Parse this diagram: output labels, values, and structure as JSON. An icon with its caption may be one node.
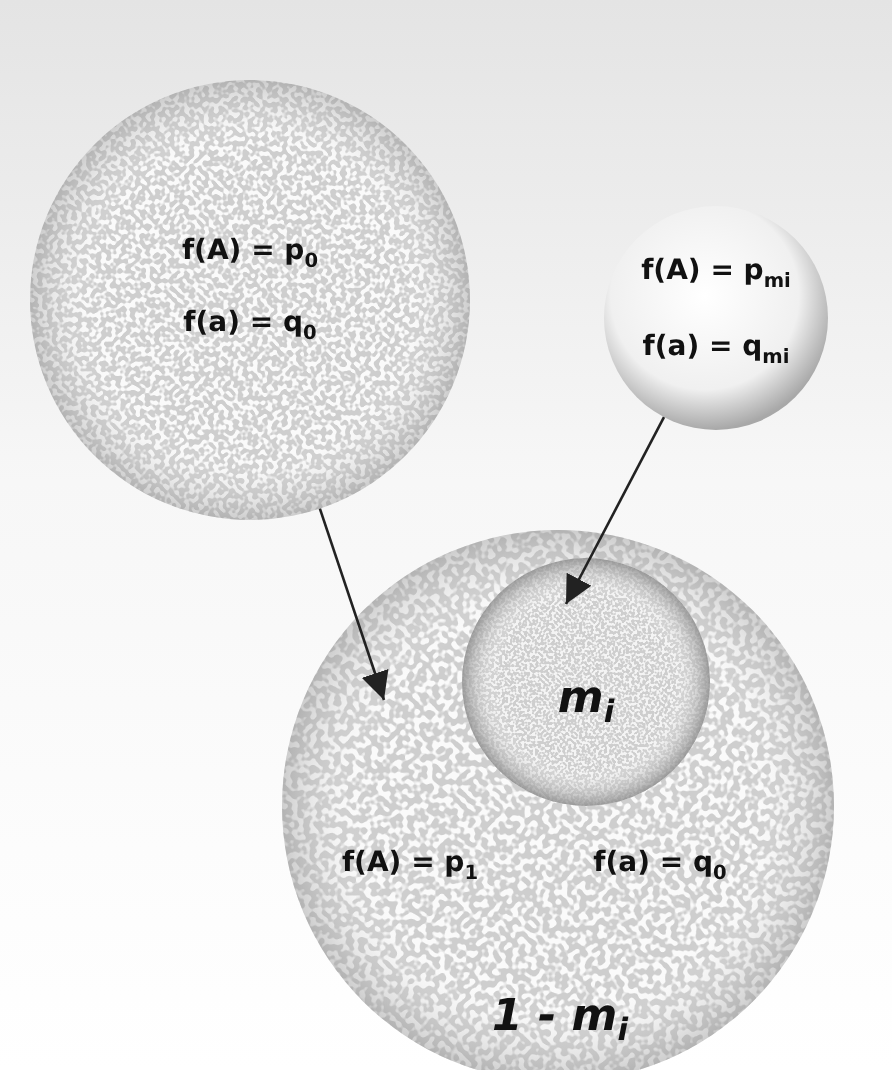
{
  "diagram": {
    "nodes": [
      {
        "text": [
          "f(A) = p$_{0}$",
          "f(a) = q$_{0}$"
        ]
      },
      {
        "text": [
          "f(A) = p$_{mi}$",
          "f(a) = q$_{mi}$"
        ]
      },
      {
        "text": [
          "f(A) = p$_{1}$",
          "f(a) = q$_{0}$",
          "1 - m$_{i}$"
        ]
      },
      {
        "text": [
          "m$_{i}$"
        ],
        "in": 2
      }
    ],
    "edges": [
      {
        "from": 0,
        "to": 2,
        "arrow": "to"
      },
      {
        "from": 1,
        "to": 3,
        "arrow": "to"
      }
    ]
  }
}
